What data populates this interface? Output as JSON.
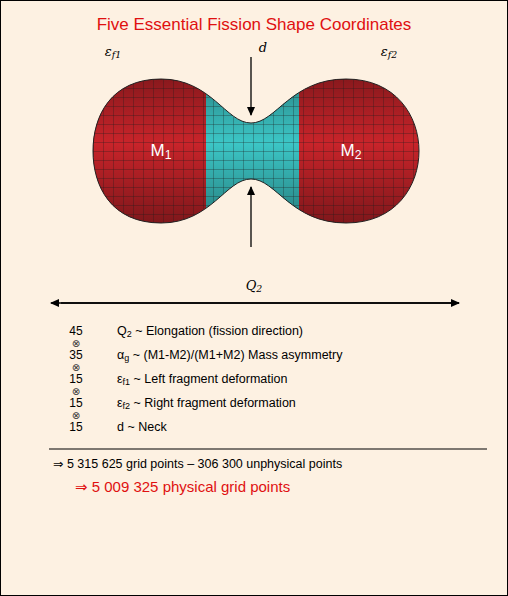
{
  "diagram": {
    "title": "Five Essential Fission Shape Coordinates",
    "labels": [
      "d",
      "εf1",
      "εf2",
      "M1",
      "M2",
      "Q2",
      "45",
      "⊗",
      "35",
      "⊗",
      "15",
      "⊗",
      "15",
      "⊗",
      "15",
      "Q2 ~ Elongation (fission direction)",
      "αg ~ (M1-M2)/(M1+M2) Mass asymmetry",
      "εf1 ~ Left fragment deformation",
      "εf2 ~ Right fragment deformation",
      "d ~ Neck",
      "⇒ 5 315 625 grid points – 306 300 unphysical points",
      "⇒ 5 009 325 physical grid points"
    ]
  }
}
